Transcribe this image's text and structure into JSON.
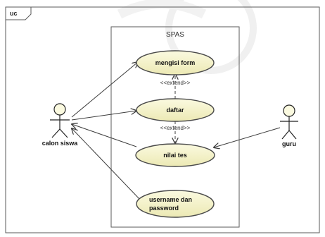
{
  "frame": {
    "tag": "uc"
  },
  "system": {
    "name": "SPAS"
  },
  "actors": {
    "student": {
      "name": "calon siswa"
    },
    "teacher": {
      "name": "guru"
    }
  },
  "use_cases": {
    "fill_form": {
      "label": "mengisi form"
    },
    "register": {
      "label": "daftar"
    },
    "test_score": {
      "label": "nilai tes"
    },
    "credentials": {
      "label_line1": "username dan",
      "label_line2": "password"
    }
  },
  "relations": {
    "extend_upper": "<<extend>>",
    "extend_lower": "<<extend>>"
  },
  "colors": {
    "usecase_fill": "#f2f0c4",
    "outline": "#4a4a4a",
    "frame": "#5a5a5a",
    "line": "#3c3c3c"
  }
}
